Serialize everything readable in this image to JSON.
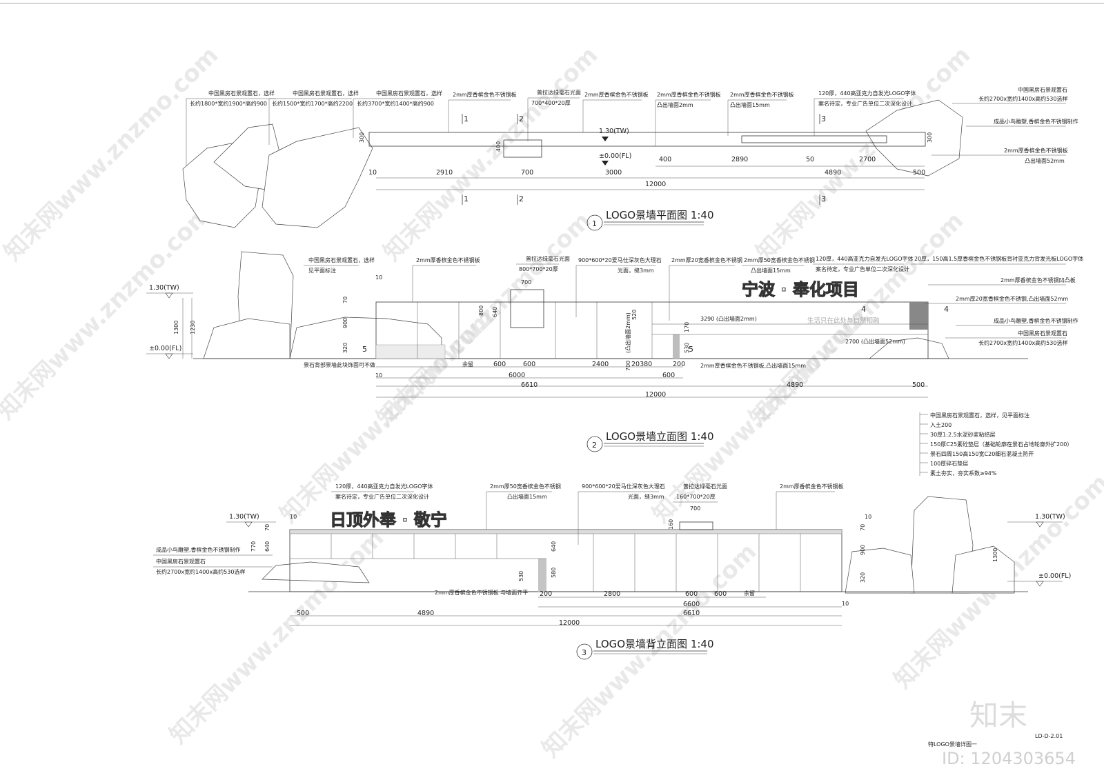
{
  "plan": {
    "title": "LOGO景墙平面图 1:40",
    "num": "1",
    "notes": [
      {
        "l1": "中国黑房石景观置石，选样",
        "l2": "长约1800*宽约1900*高约900"
      },
      {
        "l1": "中国黑房石景观置石，选样",
        "l2": "长约1500*宽约1700*高约2200"
      },
      {
        "l1": "中国黑房石景观置石，选样",
        "l2": "长约3700*宽约1400*高约900"
      },
      {
        "l1": "2mm厚香槟金色不锈钢板",
        "l2": ""
      },
      {
        "l1": "普拉达绿毫石光面",
        "l2": "700*400*20厚"
      },
      {
        "l1": "2mm厚香槟金色不锈钢板",
        "l2": ""
      },
      {
        "l1": "2mm厚香槟金色不锈钢板",
        "l2": "凸出墙面2mm"
      },
      {
        "l1": "2mm厚香槟金色不锈钢板",
        "l2": "凸出墙面15mm"
      },
      {
        "l1": "120厚，440高亚克力自发光LOGO字体",
        "l2": "案名待定，专业广告单位二次深化设计"
      }
    ],
    "right_notes": [
      "中国黑房石景观置石",
      "长约2700x宽约1400x高约530选样",
      "成品小鸟雕塑,香槟金色不锈钢制作",
      "2mm厚香槟金色不锈钢板",
      "凸出墙面52mm"
    ],
    "level_tw": "1.30(TW)",
    "level_fl": "±0.00(FL)",
    "dims_top": [
      "2910",
      "700",
      "3000",
      "400",
      "2890",
      "50",
      "2700",
      "500"
    ],
    "dim_10": "10",
    "dim_400": "400",
    "dim_total": "12000",
    "dims_left": [
      "10",
      "300",
      "10"
    ],
    "sections": [
      "1",
      "2",
      "3"
    ]
  },
  "front": {
    "title": "LOGO景墙立面图 1:40",
    "num": "2",
    "notes": [
      {
        "l1": "中国黑房石景观置石，选样",
        "l2": "见平面标注"
      },
      {
        "l1": "2mm厚香槟金色不锈钢板",
        "l2": ""
      },
      {
        "l1": "普拉达绿毫石光面",
        "l2": "800*700*20厚"
      },
      {
        "l1": "900*600*20爱马仕深灰色大理石",
        "l2": "光面，缝3mm"
      },
      {
        "l1": "2mm厚20宽香槟金色不锈钢",
        "l2": ""
      },
      {
        "l1": "2mm厚50宽香槟金色不锈钢",
        "l2": "凸出墙面15mm"
      },
      {
        "l1": "120厚，440高亚克力自发光LOGO字体",
        "l2": "案名待定，专业广告单位二次深化设计"
      }
    ],
    "right_notes": [
      "20厚，150高1.5厚香槟金色不锈钢板背衬亚克力背发光板LOGO字体",
      "2mm厚香槟金色不锈钢凹凸板",
      "2mm厚20宽香槟金色不锈钢,凸出墙面52mm",
      "成品小鸟雕塑,香槟金色不锈钢制作",
      "中国黑房石景观置石",
      "长约2700x宽约1400x高约530选样"
    ],
    "logo_text": "宁波 · 奉化项目",
    "slogan": "生活只在此处与自然相融",
    "dim_3290": "3290 (凸出墙面2mm)",
    "dim_2700": "2700 (凸出墙面52mm)",
    "bottom_note": "景石背部景墙此块饰面可不做",
    "steel_note": "2mm厚香槟金色不锈钢板,凸出墙面15mm",
    "level_tw": "1.30(TW)",
    "level_fl": "±0.00(FL)",
    "dims_left": [
      "1300",
      "1230",
      "10",
      "70",
      "900",
      "320"
    ],
    "dims_mid": [
      "800",
      "640",
      "520",
      "700",
      "170",
      "530"
    ],
    "dims_row1": [
      "余留",
      "600",
      "600",
      "2400",
      "20380",
      "200"
    ],
    "dims_row2": [
      "6000",
      "600"
    ],
    "dims_row3": [
      "6610",
      "4890",
      "500"
    ],
    "dim_10": "10",
    "dim_700": "700",
    "dim_total": "12000",
    "sec_marks": [
      "4",
      "4",
      "5",
      "5"
    ],
    "vert_note": "(凸出墙面2mm)"
  },
  "back": {
    "title": "LOGO景墙背立面图 1:40",
    "num": "3",
    "notes": [
      {
        "l1": "120厚，440高亚克力自发光LOGO字体",
        "l2": "案名待定，专业广告单位二次深化设计"
      },
      {
        "l1": "2mm厚50宽香槟金色不锈钢",
        "l2": "凸出墙面15mm"
      },
      {
        "l1": "900*600*20爱马仕深灰色大理石",
        "l2": "光面，缝3mm"
      },
      {
        "l1": "普拉达绿毫石光面",
        "l2": "160*700*20厚"
      },
      {
        "l1": "2mm厚香槟金色不锈钢板",
        "l2": ""
      }
    ],
    "left_notes": [
      "成品小鸟雕塑,香槟金色不锈钢制作",
      "中国黑房石景观置石",
      "长约2700x宽约1400x高约530选样"
    ],
    "logo_text": "日顶外奉 · 敬宁",
    "steel_note": "2mm厚香槟金色不锈钢板 与墙面齐平",
    "level_tw": "1.30(TW)",
    "level_fl": "±0.00(FL)",
    "dims_left": [
      "10",
      "70",
      "770",
      "640"
    ],
    "dims_mid": [
      "640",
      "580",
      "530"
    ],
    "dims_right": [
      "10",
      "70",
      "900",
      "320"
    ],
    "dims_right2": [
      "1300"
    ],
    "dim_160": "160",
    "dims_row1": [
      "200",
      "2800",
      "600",
      "600",
      "余留"
    ],
    "dim_6600": "6600",
    "dims_row3": [
      "500",
      "4890",
      "6610"
    ],
    "dim_10": "10",
    "dim_700": "700",
    "dim_total": "12000"
  },
  "legend": [
    "中国黑房石景观置石，选样，见平面标注",
    "入土200",
    "30厚1:2.5水泥砂浆粘结层",
    "150厚C25素砼垫层（基础轮廓在景石占地轮廓外扩200）",
    "景石四周150高150宽C20细石混凝土防开",
    "100厚碎石垫层",
    "素土夯实，夯实系数≥94%"
  ],
  "footer": {
    "drawing_name": "特LOGO景墙详图一",
    "drawing_no": "LD-D-2.01",
    "brand": "知末",
    "id": "ID: 1204303654",
    "watermark": "知末网www.znzmo.com"
  }
}
